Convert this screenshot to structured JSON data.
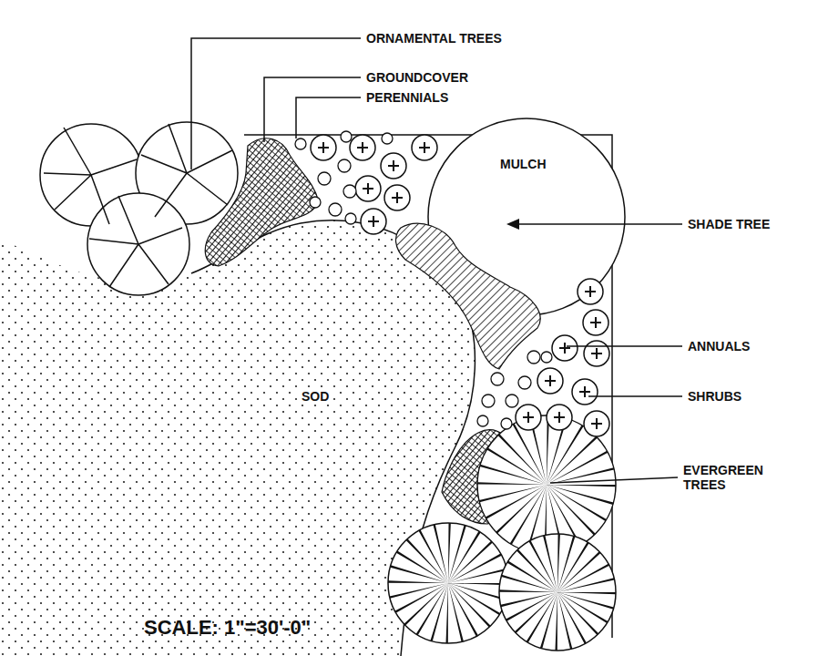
{
  "diagram": {
    "labels": [
      "ORNAMENTAL TREES",
      "GROUNDCOVER",
      "PERENNIALS",
      "MULCH",
      "SHADE TREE",
      "ANNUALS",
      "SHRUBS",
      "EVERGREEN TREES",
      "SOD",
      "SCALE: 1\"=30'-0\""
    ]
  }
}
